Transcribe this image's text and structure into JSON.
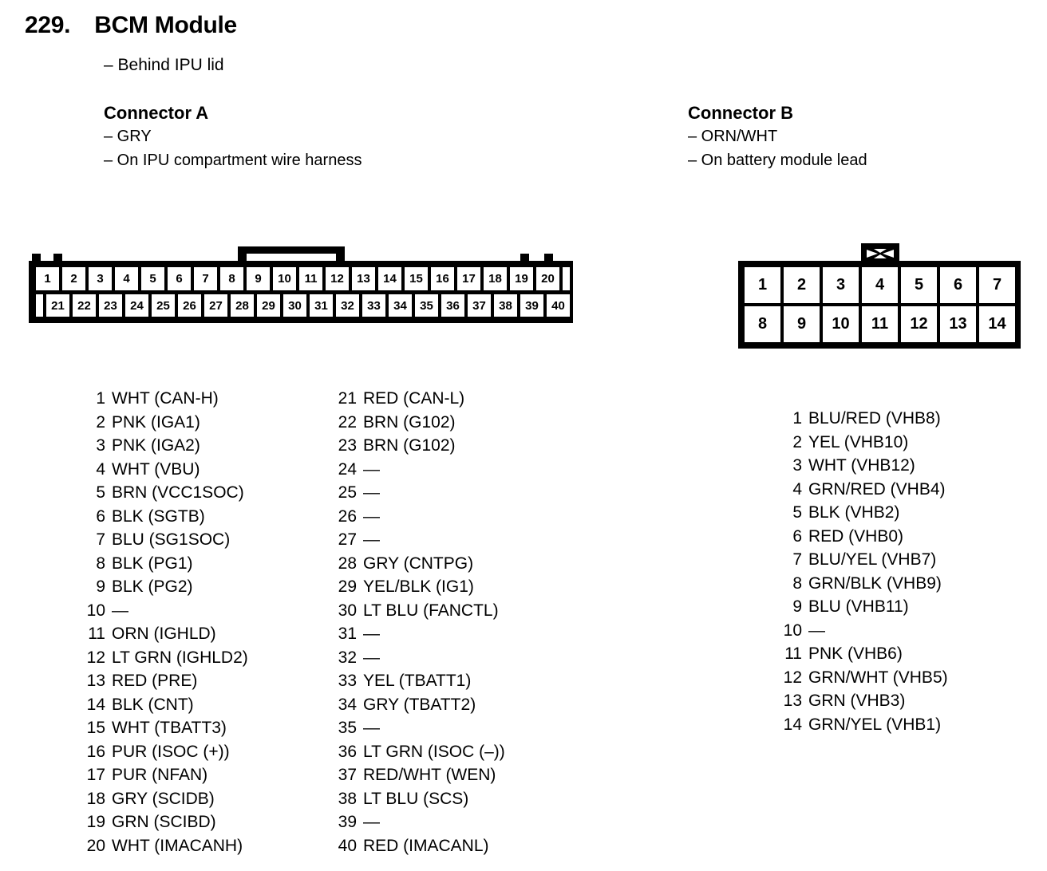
{
  "page": {
    "number": "229.",
    "title": "BCM Module",
    "subtitle": "– Behind IPU lid"
  },
  "connector_a": {
    "title": "Connector A",
    "notes": [
      "– GRY",
      "– On IPU compartment wire harness"
    ],
    "diagram": {
      "top_row": [
        "1",
        "2",
        "3",
        "4",
        "5",
        "6",
        "7",
        "8",
        "9",
        "10",
        "11",
        "12",
        "13",
        "14",
        "15",
        "16",
        "17",
        "18",
        "19",
        "20"
      ],
      "bottom_row": [
        "21",
        "22",
        "23",
        "24",
        "25",
        "26",
        "27",
        "28",
        "29",
        "30",
        "31",
        "32",
        "33",
        "34",
        "35",
        "36",
        "37",
        "38",
        "39",
        "40"
      ]
    },
    "pins_column_1": [
      {
        "no": "1",
        "label": "WHT (CAN-H)"
      },
      {
        "no": "2",
        "label": "PNK (IGA1)"
      },
      {
        "no": "3",
        "label": "PNK (IGA2)"
      },
      {
        "no": "4",
        "label": "WHT (VBU)"
      },
      {
        "no": "5",
        "label": "BRN (VCC1SOC)"
      },
      {
        "no": "6",
        "label": "BLK (SGTB)"
      },
      {
        "no": "7",
        "label": "BLU (SG1SOC)"
      },
      {
        "no": "8",
        "label": "BLK (PG1)"
      },
      {
        "no": "9",
        "label": "BLK (PG2)"
      },
      {
        "no": "10",
        "label": "—"
      },
      {
        "no": "11",
        "label": "ORN (IGHLD)"
      },
      {
        "no": "12",
        "label": "LT GRN (IGHLD2)"
      },
      {
        "no": "13",
        "label": "RED (PRE)"
      },
      {
        "no": "14",
        "label": "BLK (CNT)"
      },
      {
        "no": "15",
        "label": "WHT (TBATT3)"
      },
      {
        "no": "16",
        "label": "PUR (ISOC (+))"
      },
      {
        "no": "17",
        "label": "PUR (NFAN)"
      },
      {
        "no": "18",
        "label": "GRY (SCIDB)"
      },
      {
        "no": "19",
        "label": "GRN (SCIBD)"
      },
      {
        "no": "20",
        "label": "WHT (IMACANH)"
      }
    ],
    "pins_column_2": [
      {
        "no": "21",
        "label": "RED (CAN-L)"
      },
      {
        "no": "22",
        "label": "BRN (G102)"
      },
      {
        "no": "23",
        "label": "BRN (G102)"
      },
      {
        "no": "24",
        "label": "—"
      },
      {
        "no": "25",
        "label": "—"
      },
      {
        "no": "26",
        "label": "—"
      },
      {
        "no": "27",
        "label": "—"
      },
      {
        "no": "28",
        "label": "GRY (CNTPG)"
      },
      {
        "no": "29",
        "label": "YEL/BLK (IG1)"
      },
      {
        "no": "30",
        "label": "LT BLU (FANCTL)"
      },
      {
        "no": "31",
        "label": "—"
      },
      {
        "no": "32",
        "label": "—"
      },
      {
        "no": "33",
        "label": "YEL (TBATT1)"
      },
      {
        "no": "34",
        "label": "GRY (TBATT2)"
      },
      {
        "no": "35",
        "label": "—"
      },
      {
        "no": "36",
        "label": "LT GRN (ISOC (–))"
      },
      {
        "no": "37",
        "label": "RED/WHT (WEN)"
      },
      {
        "no": "38",
        "label": "LT BLU (SCS)"
      },
      {
        "no": "39",
        "label": "—"
      },
      {
        "no": "40",
        "label": "RED (IMACANL)"
      }
    ]
  },
  "connector_b": {
    "title": "Connector B",
    "notes": [
      "– ORN/WHT",
      "– On battery module lead"
    ],
    "diagram": {
      "top_row": [
        "1",
        "2",
        "3",
        "4",
        "5",
        "6",
        "7"
      ],
      "bottom_row": [
        "8",
        "9",
        "10",
        "11",
        "12",
        "13",
        "14"
      ]
    },
    "pins": [
      {
        "no": "1",
        "label": "BLU/RED (VHB8)"
      },
      {
        "no": "2",
        "label": "YEL (VHB10)"
      },
      {
        "no": "3",
        "label": "WHT (VHB12)"
      },
      {
        "no": "4",
        "label": "GRN/RED (VHB4)"
      },
      {
        "no": "5",
        "label": "BLK (VHB2)"
      },
      {
        "no": "6",
        "label": "RED (VHB0)"
      },
      {
        "no": "7",
        "label": "BLU/YEL (VHB7)"
      },
      {
        "no": "8",
        "label": "GRN/BLK (VHB9)"
      },
      {
        "no": "9",
        "label": "BLU (VHB11)"
      },
      {
        "no": "10",
        "label": "—"
      },
      {
        "no": "11",
        "label": "PNK (VHB6)"
      },
      {
        "no": "12",
        "label": "GRN/WHT (VHB5)"
      },
      {
        "no": "13",
        "label": "GRN (VHB3)"
      },
      {
        "no": "14",
        "label": "GRN/YEL (VHB1)"
      }
    ]
  },
  "colors": {
    "ink": "#000000",
    "paper": "#ffffff"
  }
}
